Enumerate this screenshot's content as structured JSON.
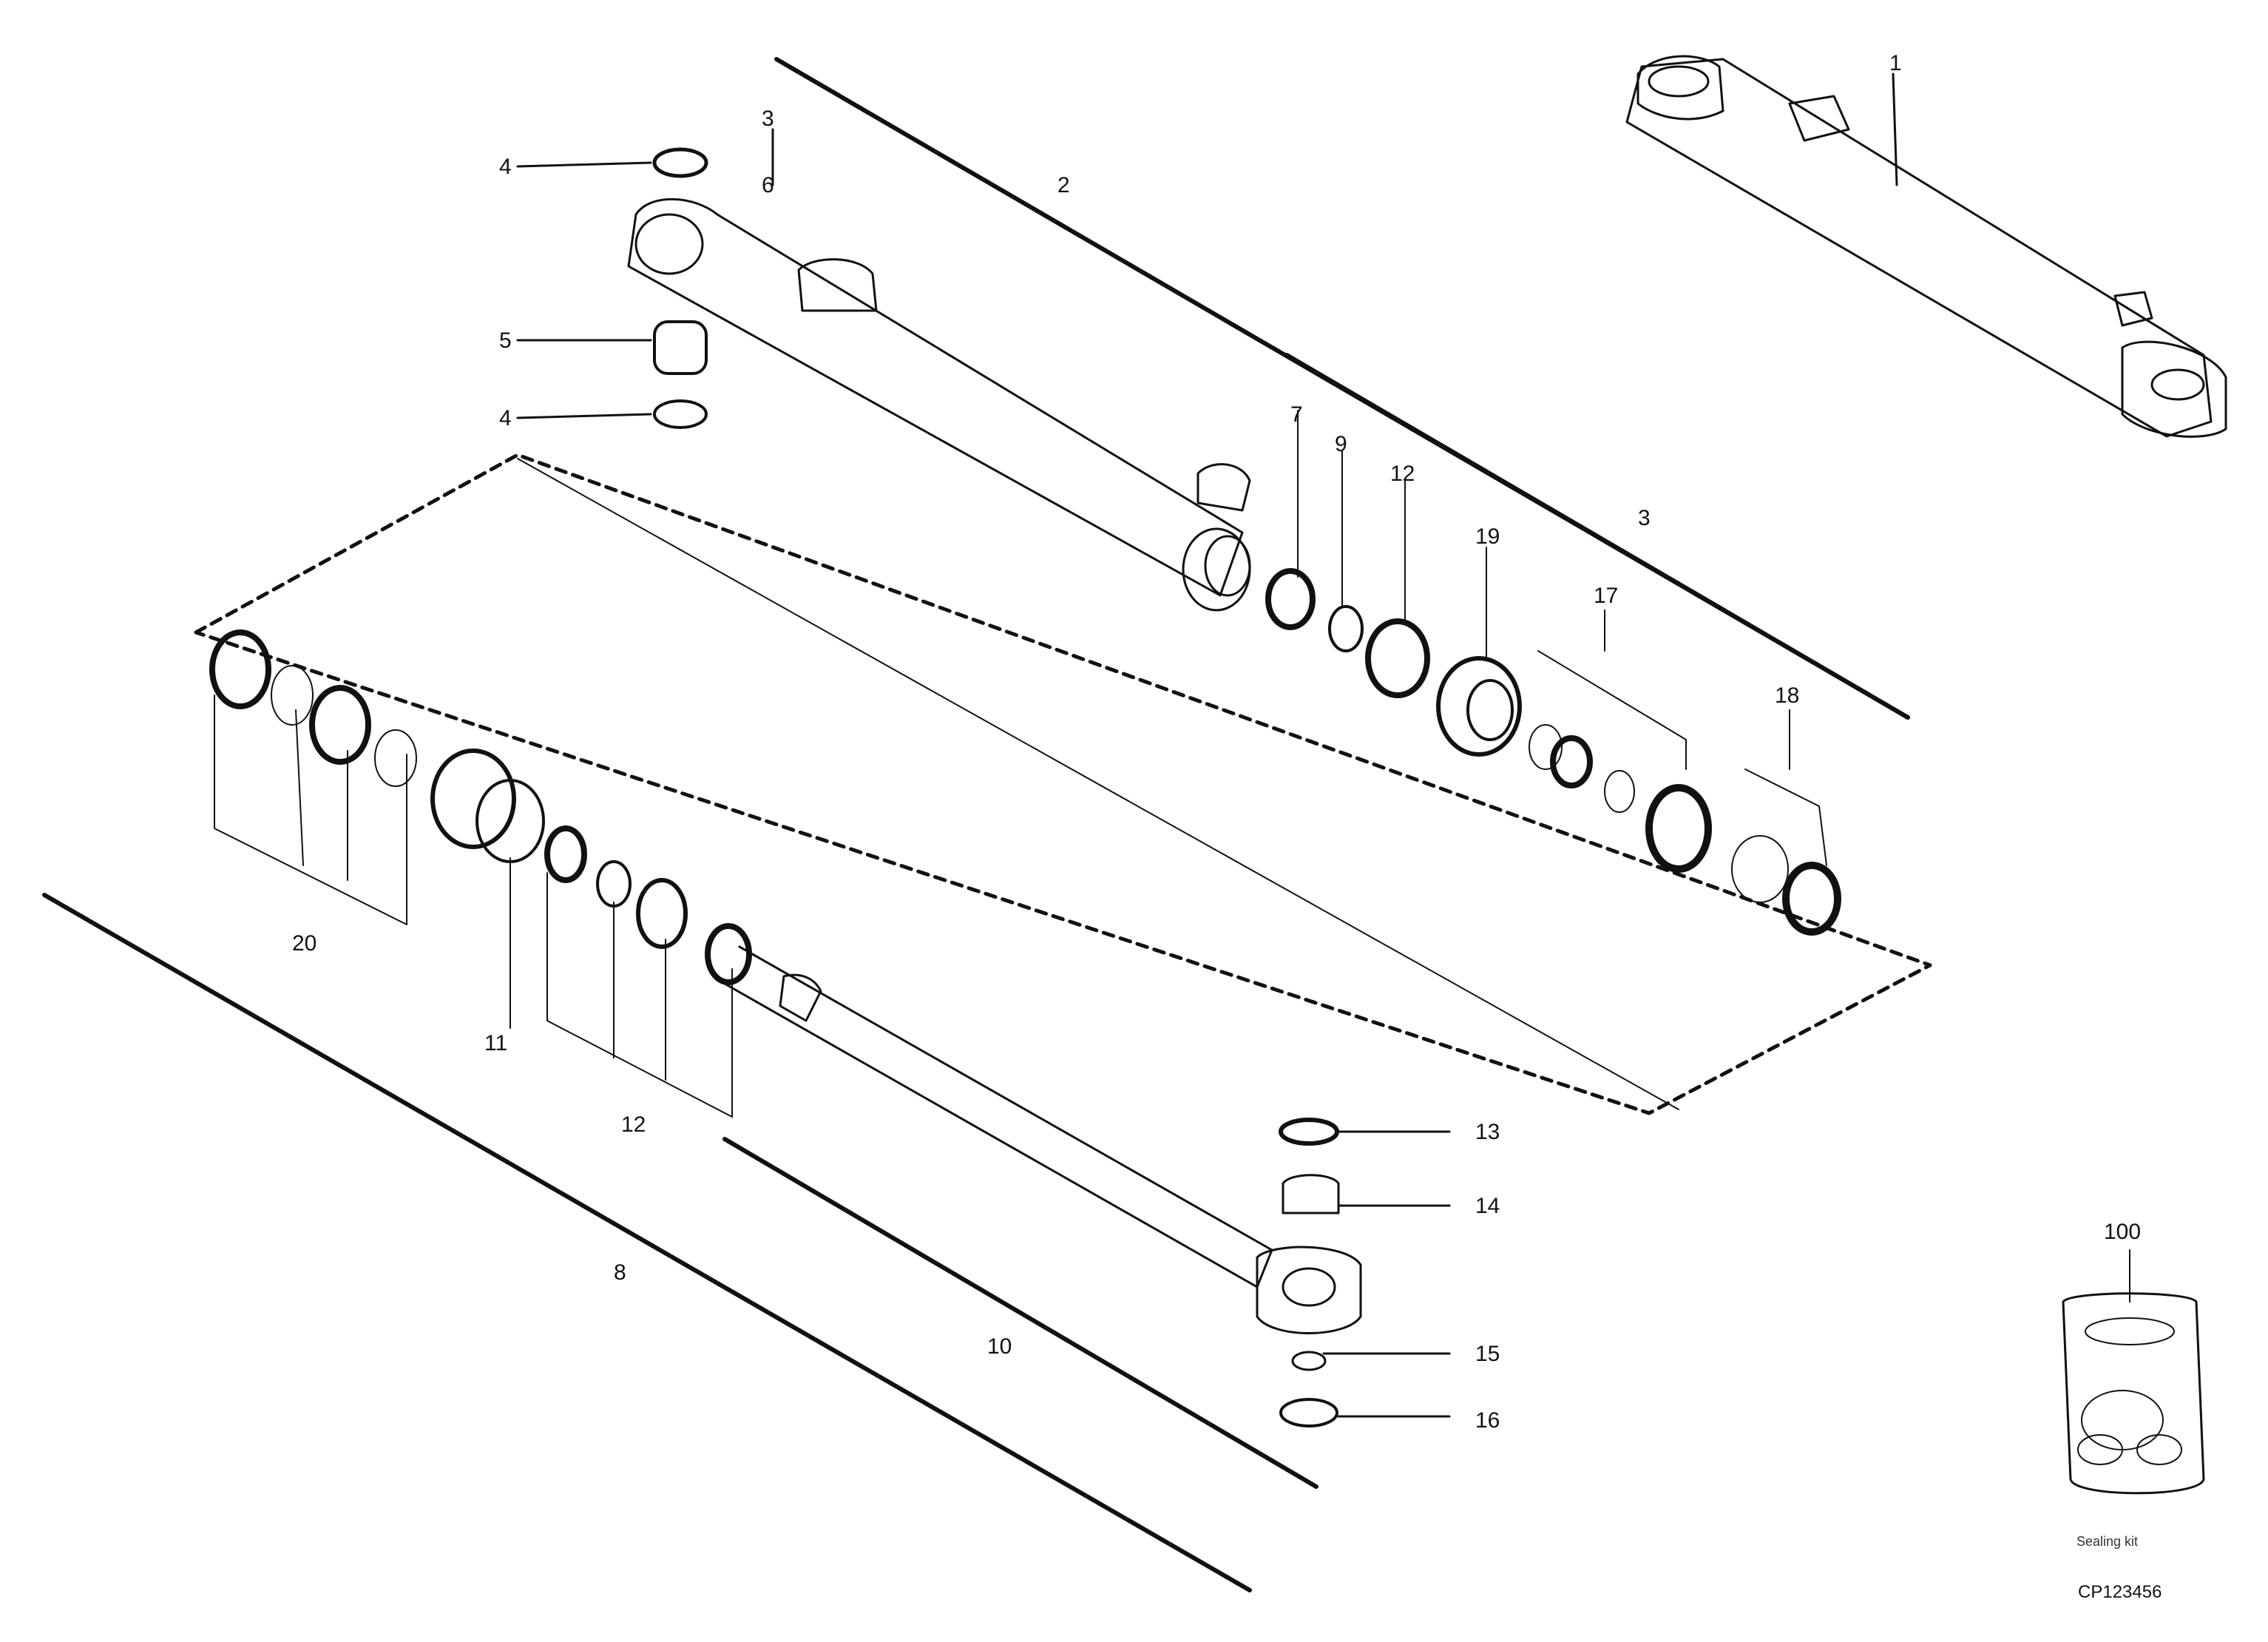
{
  "diagram": {
    "type": "exploded-parts-view",
    "callouts": {
      "c1": "1",
      "c2": "2",
      "c3_top": "3",
      "c3_right": "3",
      "c4_top": "4",
      "c4_bottom": "4",
      "c5": "5",
      "c6": "6",
      "c7": "7",
      "c8": "8",
      "c9": "9",
      "c10": "10",
      "c11": "11",
      "c12": "12",
      "c12_bottom": "12",
      "c13": "13",
      "c14": "14",
      "c15": "15",
      "c16": "16",
      "c17": "17",
      "c18": "18",
      "c19": "19",
      "c20": "20",
      "c100": "100"
    },
    "kit_box": {
      "label": "100",
      "caption": "Sealing kit"
    },
    "reference_code": "CP123456"
  }
}
